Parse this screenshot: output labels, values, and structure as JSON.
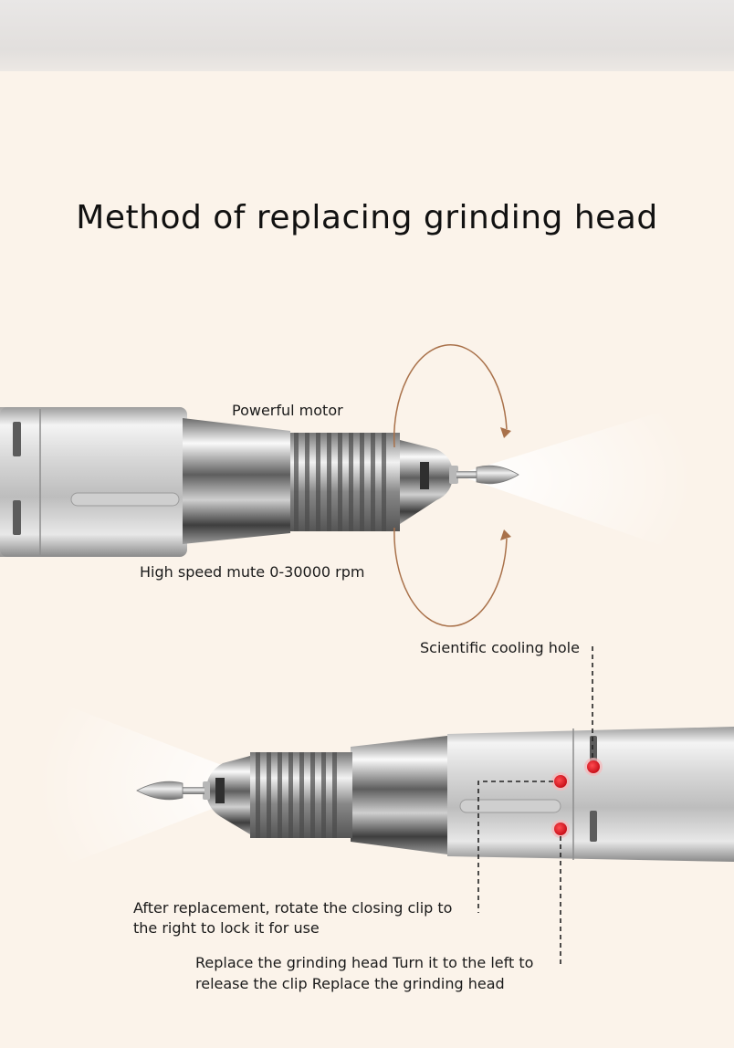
{
  "title": "Method of replacing grinding head",
  "section1": {
    "label_motor": "Powerful motor",
    "label_speed": "High speed mute 0-30000 rpm"
  },
  "section2": {
    "label_cooling": "Scientific cooling hole",
    "label_lock_1": "After replacement, rotate the closing clip to",
    "label_lock_2": "the right to lock it for use",
    "label_release_1": "Replace the grinding head Turn it to the left to",
    "label_release_2": "release the clip Replace the grinding head"
  },
  "colors": {
    "background": "#fbf3ea",
    "arrow_ring": "#a9714a",
    "marker_red": "#d7202a"
  }
}
